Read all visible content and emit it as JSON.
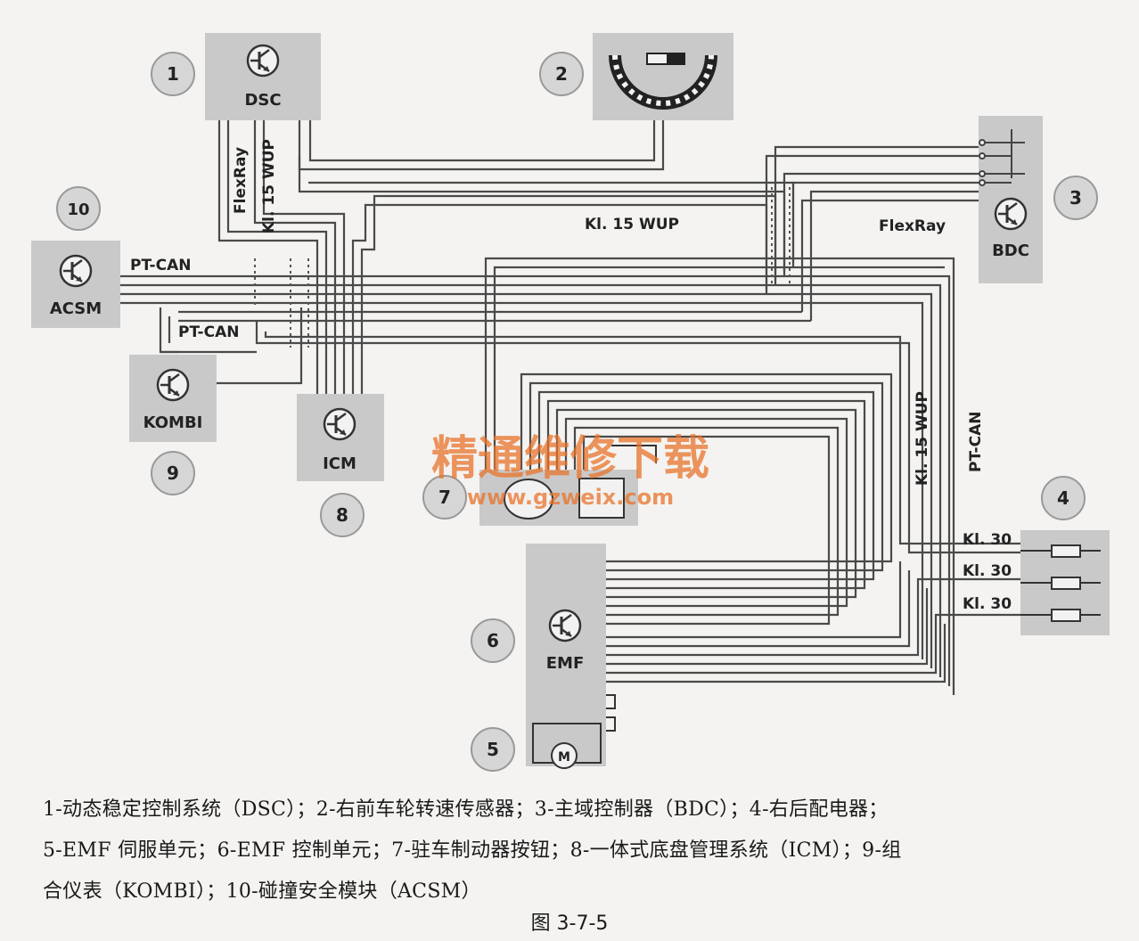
{
  "modules": {
    "dsc": "DSC",
    "bdc": "BDC",
    "acsm": "ACSM",
    "kombi": "KOMBI",
    "icm": "ICM",
    "emf": "EMF",
    "motor": "M"
  },
  "callouts": [
    "1",
    "2",
    "3",
    "4",
    "5",
    "6",
    "7",
    "8",
    "9",
    "10"
  ],
  "wire_labels": {
    "flexray_vertical": "FlexRay",
    "kl15wup_vertical": "Kl. 15 WUP",
    "kl15wup_top": "Kl. 15 WUP",
    "flexray_right": "FlexRay",
    "ptcan_acsm": "PT-CAN",
    "ptcan_kombi": "PT-CAN",
    "kl15wup_right": "Kl. 15 WUP",
    "ptcan_right": "PT-CAN",
    "kl30_1": "Kl. 30",
    "kl30_2": "Kl. 30",
    "kl30_3": "Kl. 30"
  },
  "watermark": {
    "cn": "精通维修下载",
    "url": "www.gzweix.com"
  },
  "caption": {
    "line1": "1-动态稳定控制系统（DSC）；2-右前车轮转速传感器；3-主域控制器（BDC）；4-右后配电器；",
    "line2": "5-EMF 伺服单元；6-EMF 控制单元；7-驻车制动器按钮；8-一体式底盘管理系统（ICM）；9-组",
    "line3": "合仪表（KOMBI）；10-碰撞安全模块（ACSM）",
    "figure": "图 3-7-5"
  },
  "colors": {
    "box": "#c9c9c9",
    "wire": "#4a4a4a",
    "watermark": "#e8732a",
    "callout": "#d6d6d6"
  }
}
